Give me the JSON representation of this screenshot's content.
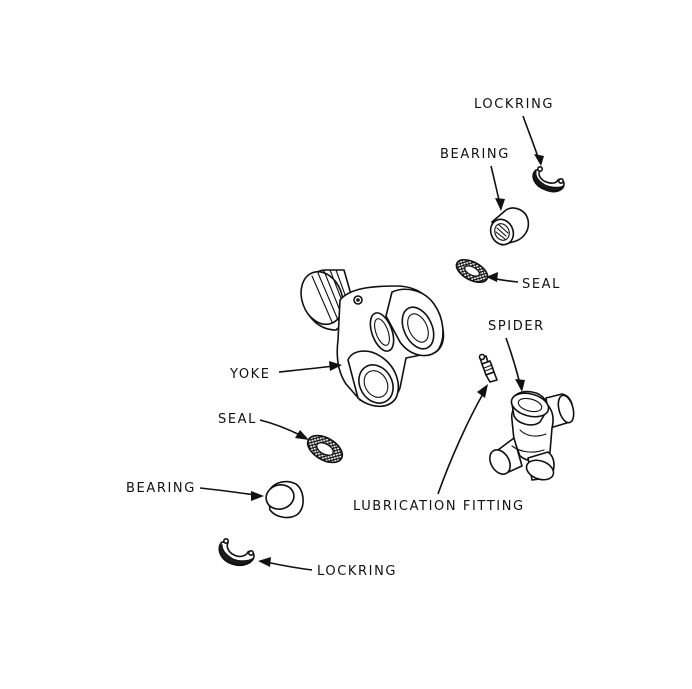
{
  "labels": {
    "lockring_top": "LOCKRING",
    "bearing_top": "BEARING",
    "seal_top": "SEAL",
    "spider": "SPIDER",
    "yoke": "YOKE",
    "seal_left": "SEAL",
    "bearing_left": "BEARING",
    "lubrication_fitting": "LUBRICATION FITTING",
    "lockring_bottom": "LOCKRING"
  }
}
